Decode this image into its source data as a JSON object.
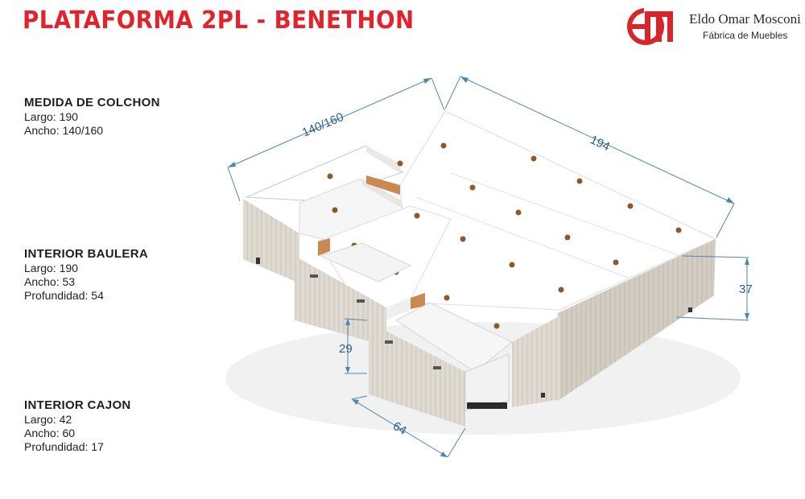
{
  "header": {
    "title": "PLATAFORMA 2PL - BENETHON"
  },
  "brand": {
    "name": "Eldo Omar Mosconi",
    "subtitle": "Fábrica de Muebles",
    "logo_icon": "em-logo-icon",
    "color": "#d7252b"
  },
  "specs": [
    {
      "title": "MEDIDA DE COLCHON",
      "lines": [
        "Largo: 190",
        "Ancho: 140/160"
      ]
    },
    {
      "title": "INTERIOR BAULERA",
      "lines": [
        "Largo: 190",
        "Ancho: 53",
        "Profundidad: 54"
      ]
    },
    {
      "title": "INTERIOR CAJON",
      "lines": [
        "Largo: 42",
        "Ancho: 60",
        "Profundidad: 17"
      ]
    }
  ],
  "dimensions": {
    "width": "140/160",
    "length": "194",
    "height": "37",
    "drawer_height": "29",
    "drawer_width": "64"
  },
  "colors": {
    "title": "#e3232c",
    "dimension": "#2b5f86",
    "wood": "#dcd7cf",
    "top": "#ffffff"
  }
}
